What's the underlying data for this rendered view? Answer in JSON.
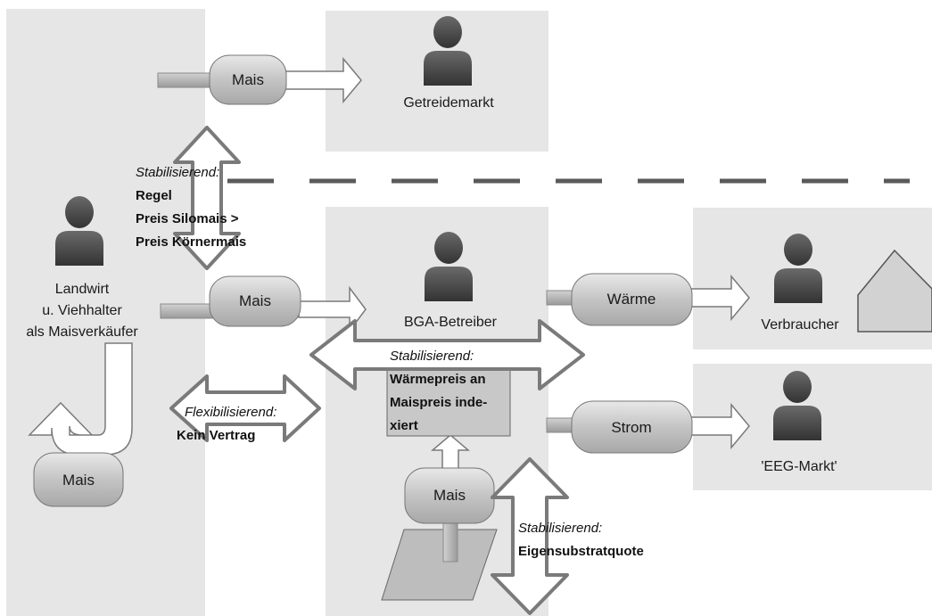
{
  "diagram": {
    "actors": {
      "getreidemarkt": "Getreidemarkt",
      "landwirt_line1": "Landwirt",
      "landwirt_line2": "u. Viehhalter",
      "landwirt_line3": "als Maisverkäufer",
      "bga": "BGA-Betreiber",
      "verbraucher": "Verbraucher",
      "eeg": "'EEG-Markt'"
    },
    "flows": {
      "mais_top": "Mais",
      "mais_mid": "Mais",
      "mais_left": "Mais",
      "mais_bottom": "Mais",
      "waerme": "Wärme",
      "strom": "Strom"
    },
    "annotations": {
      "regel": {
        "italic": "Stabilisierend:",
        "lines": [
          "Regel",
          "Preis Silomais >",
          "Preis Körnermais"
        ]
      },
      "waermepreis": {
        "italic": "Stabilisierend:",
        "lines": [
          "Wärmepreis an",
          "Maispreis inde-",
          "xiert"
        ]
      },
      "vertrag": {
        "italic": "Flexibilisierend:",
        "lines": [
          "Kein Vertrag"
        ]
      },
      "eigensubstrat": {
        "italic": "Stabilisierend:",
        "lines": [
          "Eigensubstratquote"
        ]
      }
    },
    "colors": {
      "panel": "#e6e6e6",
      "person": "#4a4a4a",
      "pill_fill": "#c8c8c8",
      "arrow_outline": "#7a7a7a",
      "dash_line": "#5a5a5a"
    }
  }
}
